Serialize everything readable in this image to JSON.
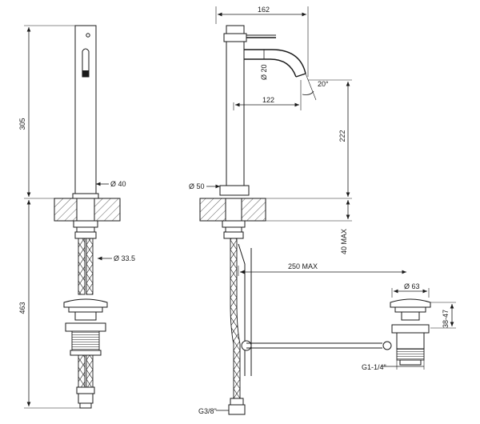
{
  "drawing": {
    "dimensions": {
      "height_total": "305",
      "height_under": "463",
      "dia_spout_base": "Ø 40",
      "dia_tube": "Ø 33.5",
      "width_total": "162",
      "dia_spout": "Ø 20",
      "angle": "20°",
      "reach": "122",
      "height_outlet": "222",
      "dia_base": "Ø 50",
      "max_deck": "40 MAX",
      "max_drain": "250 MAX",
      "dia_waste": "Ø 63",
      "waste_range": "38-47",
      "thread_waste": "G1-1/4\"",
      "thread_supply": "G3/8\""
    }
  }
}
